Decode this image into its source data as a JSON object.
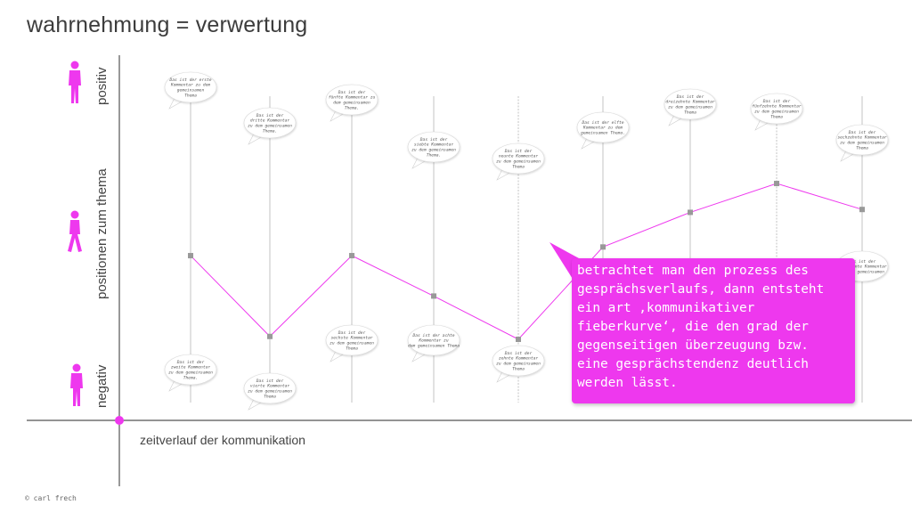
{
  "title": "wahrnehmung = verwertung",
  "y_labels": {
    "positive": "positiv",
    "middle": "positionen zum thema",
    "negative": "negativ"
  },
  "x_label": "zeitverlauf der kommunikation",
  "copyright": "© carl frech",
  "accent_color": "#ee38ee",
  "icons": [
    "person-standing-icon",
    "person-walking-icon",
    "person-standing-icon"
  ],
  "callout": {
    "lines": [
      "betrachtet man den prozess des",
      "gesprächsverlaufs, dann entsteht",
      "ein art ‚kommunikativer",
      "fieberkurve‘, die den grad der",
      "gegenseitigen überzeugung bzw.",
      "eine gesprächstendenz deutlich",
      "werden lässt."
    ]
  },
  "comments": [
    {
      "lines": [
        "Das ist der erste",
        "Kommentar zu dem",
        "gemeinsamen",
        "Thema"
      ],
      "side": "positive"
    },
    {
      "lines": [
        "Das ist der",
        "zweite Kommentar",
        "zu dem gemeinsamen",
        "Thema."
      ],
      "side": "negative"
    },
    {
      "lines": [
        "Das ist der",
        "dritte Kommentar",
        "zu dem gemeinsamen",
        "Thema."
      ],
      "side": "positive"
    },
    {
      "lines": [
        "Das ist der",
        "vierte Kommentar",
        "zu dem gemeinsamen",
        "Thema"
      ],
      "side": "negative"
    },
    {
      "lines": [
        "Das ist der",
        "fünfte Kommentar zu",
        "dem gemeinsamen",
        "Thema."
      ],
      "side": "positive"
    },
    {
      "lines": [
        "Das ist der",
        "sechste Kommentar",
        "zu dem gemeinsamen",
        "Thema"
      ],
      "side": "negative"
    },
    {
      "lines": [
        "Das ist der",
        "siebte Kommentar",
        "zu dem gemeinsamen",
        "Thema."
      ],
      "side": "positive"
    },
    {
      "lines": [
        "Das ist der achte",
        "Kommentar zu",
        "dem gemeinsamen Thema"
      ],
      "side": "negative"
    },
    {
      "lines": [
        "Das ist der",
        "neunte Kommentar",
        "zu dem gemeinsamen",
        "Thema"
      ],
      "side": "positive"
    },
    {
      "lines": [
        "Das ist der",
        "zehnte Kommentar",
        "zu dem gemeinsamen",
        "Thema"
      ],
      "side": "negative"
    },
    {
      "lines": [
        "Das ist der elfte",
        "Kommentar zu dem",
        "gemeinsamen Thema."
      ],
      "side": "positive"
    },
    {
      "lines": [
        "Das ist der",
        "dreizehnte Kommentar",
        "zu dem gemeinsamen",
        "Thema"
      ],
      "side": "positive"
    },
    {
      "lines": [
        "Das ist der",
        "fünfzehnte Kommentar",
        "zu dem gemeinsamen",
        "Thema"
      ],
      "side": "positive"
    },
    {
      "lines": [
        "Das ist der",
        "sechzehnte Kommentar",
        "zu dem gemeinsamen",
        "Thema"
      ],
      "side": "positive"
    },
    {
      "lines": [
        "Das ist der",
        "siebzehnte Kommentar",
        "zu dem gemeinsamen"
      ],
      "side": "negative"
    }
  ],
  "curve_points": [
    {
      "step": 1,
      "position": 0.54
    },
    {
      "step": 2,
      "position": 0.26
    },
    {
      "step": 3,
      "position": 0.54
    },
    {
      "step": 4,
      "position": 0.4
    },
    {
      "step": 5,
      "position": 0.25
    },
    {
      "step": 6,
      "position": 0.57
    },
    {
      "step": 7,
      "position": 0.69
    },
    {
      "step": 8,
      "position": 0.79
    },
    {
      "step": 9,
      "position": 0.7
    }
  ]
}
